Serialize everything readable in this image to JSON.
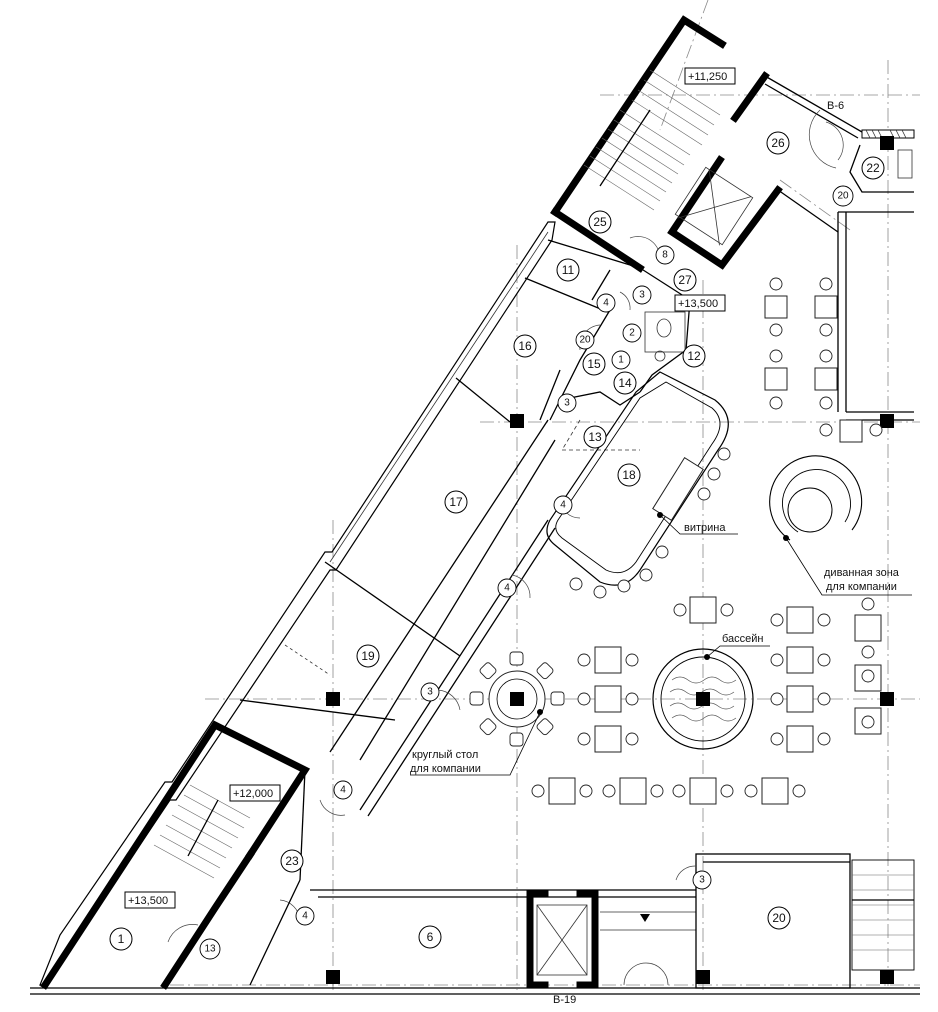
{
  "axis_labels": [
    {
      "id": "b6",
      "text": "В-6"
    },
    {
      "id": "b19",
      "text": "В-19"
    }
  ],
  "elevations": [
    {
      "id": "e1",
      "text": "+11,250"
    },
    {
      "id": "e2",
      "text": "+13,500"
    },
    {
      "id": "e3",
      "text": "+12,000"
    },
    {
      "id": "e4",
      "text": "+13,500"
    }
  ],
  "rooms": [
    "26",
    "22",
    "25",
    "27",
    "11",
    "16",
    "15",
    "14",
    "12",
    "13",
    "18",
    "17",
    "19",
    "23",
    "1",
    "6",
    "20"
  ],
  "doors": [
    "20",
    "8",
    "3",
    "4",
    "20",
    "2",
    "1",
    "3",
    "4",
    "4",
    "3",
    "4",
    "13",
    "4",
    "3"
  ],
  "callouts": [
    {
      "id": "vitrina",
      "lines": [
        "витрина"
      ]
    },
    {
      "id": "sofa",
      "lines": [
        "диванная зона",
        "для компании"
      ]
    },
    {
      "id": "pool",
      "lines": [
        "бассейн"
      ]
    },
    {
      "id": "round",
      "lines": [
        "круглый стол",
        "для компании"
      ]
    }
  ]
}
